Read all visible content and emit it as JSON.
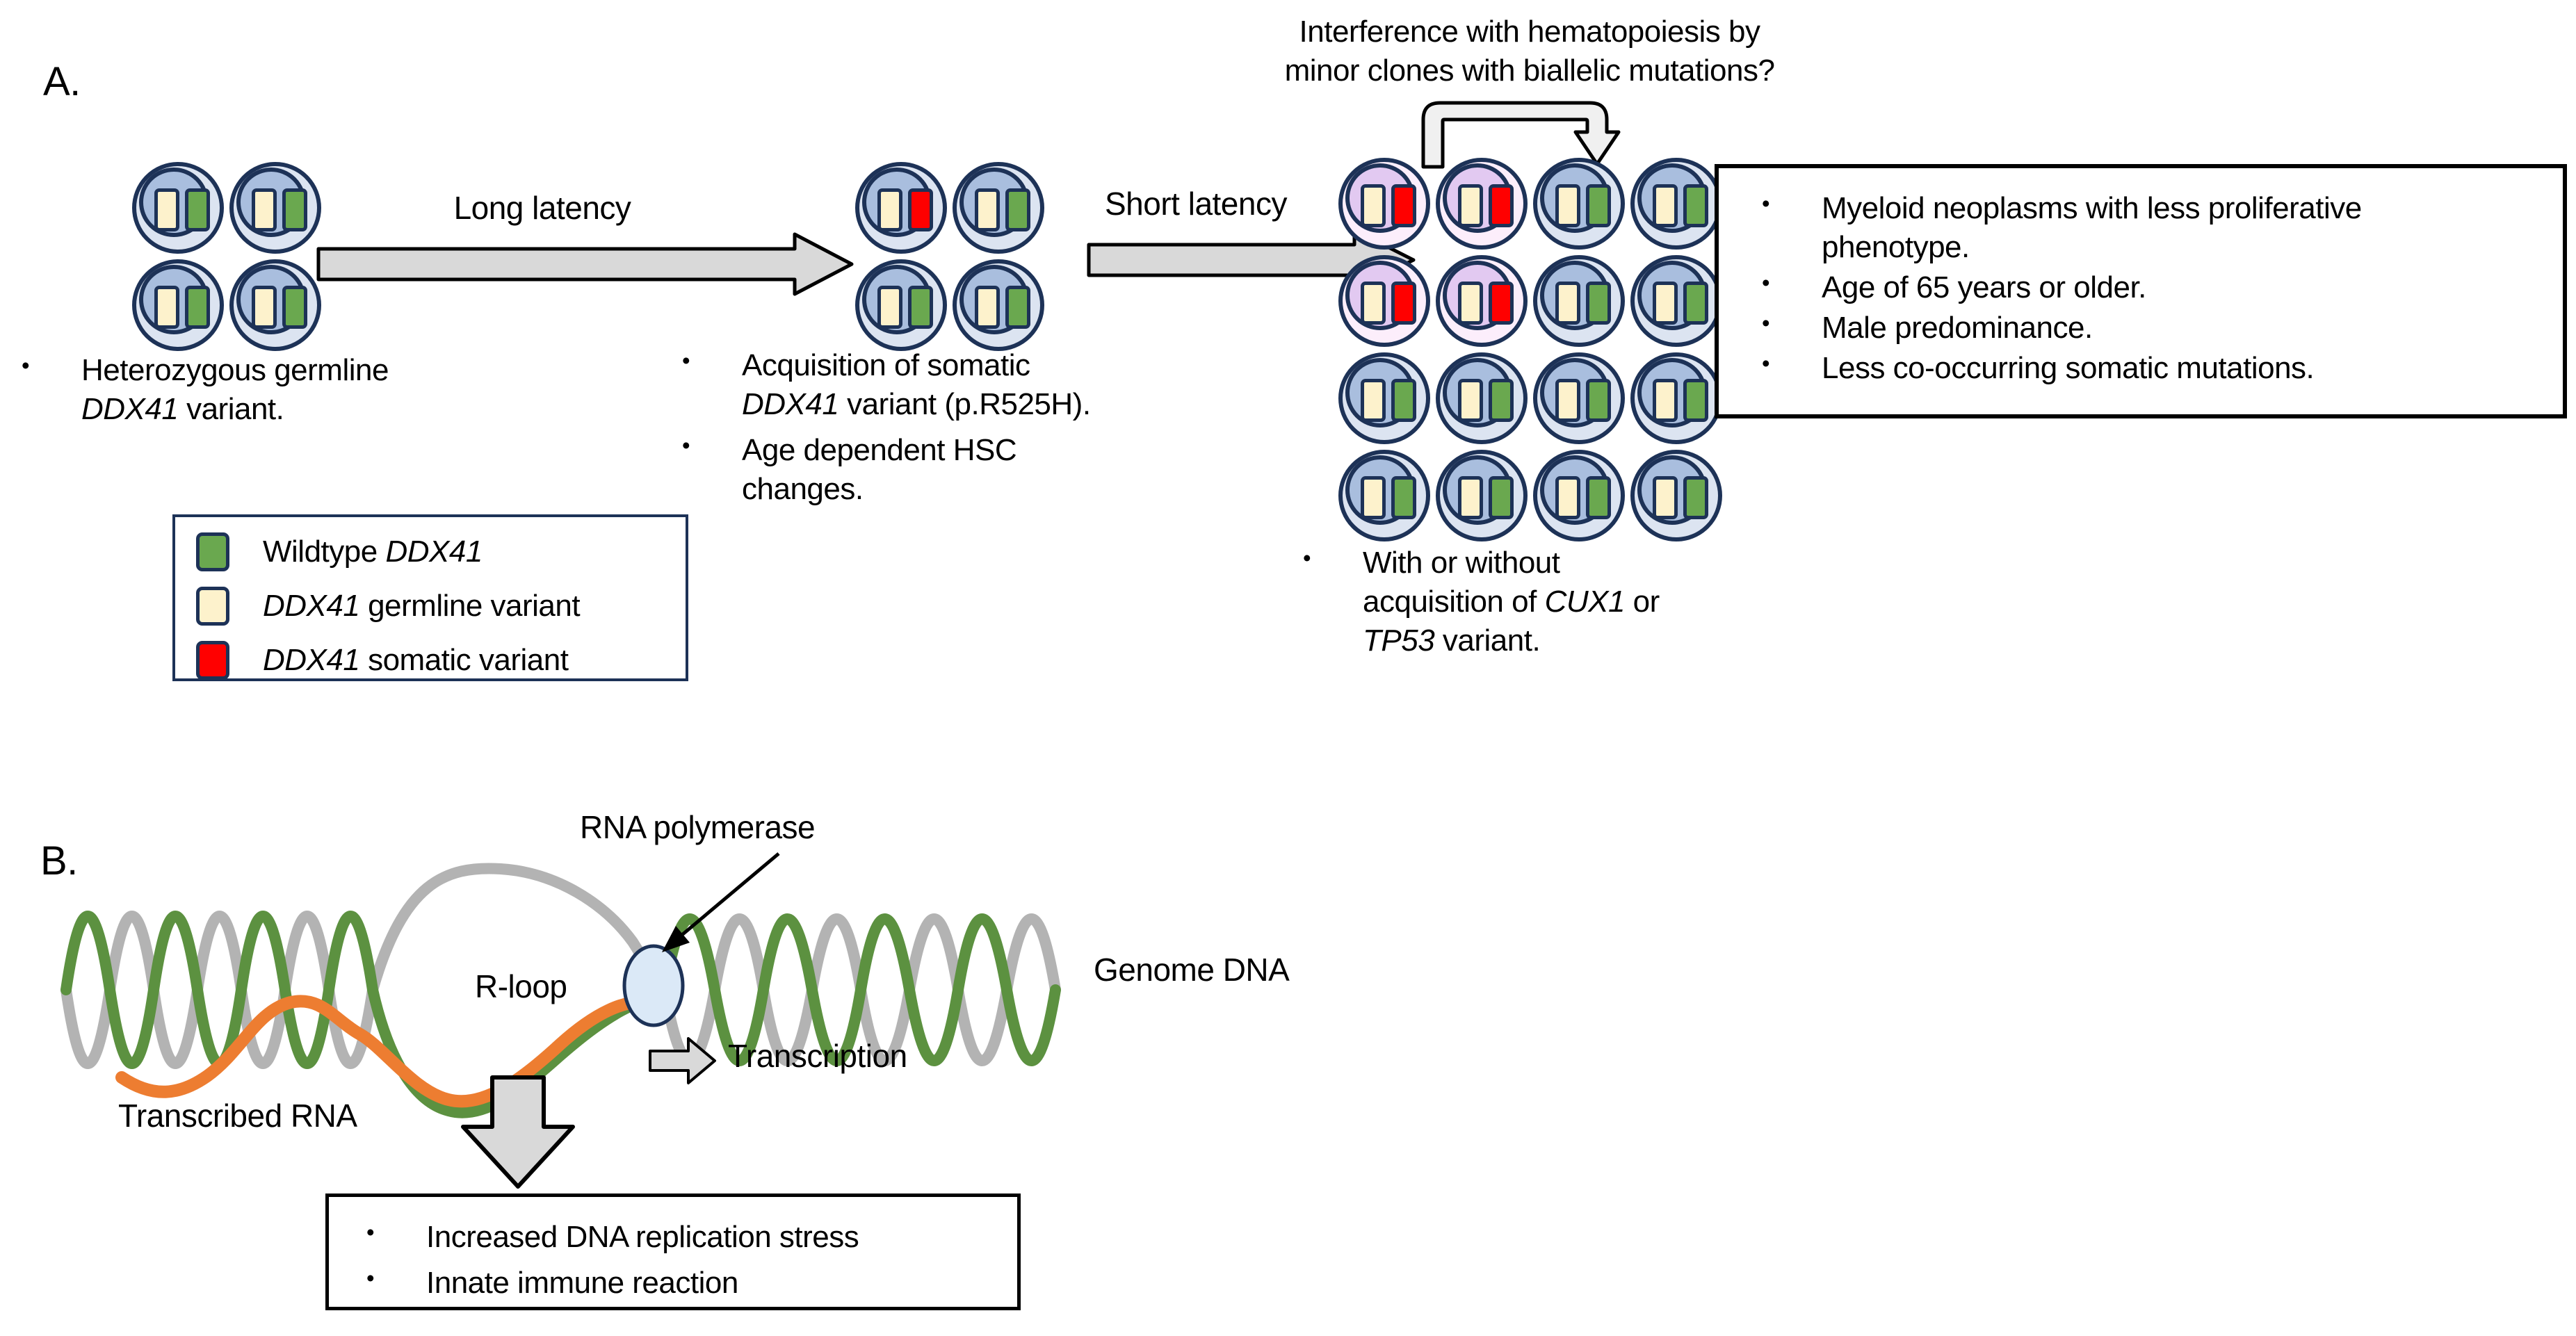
{
  "colors": {
    "ink": "#000000",
    "navy": "#1d3257",
    "blueOuter": "#dce4f1",
    "blueInner": "#a9bede",
    "pinkOuter": "#fceefb",
    "pinkInner": "#e2c9f1",
    "cream": "#fdf2cc",
    "green": "#6aa84f",
    "red": "#ff0000",
    "arrowGray": "#d9d9d9",
    "bracketGray": "#f0f0f0",
    "strandGray": "#b3b3b3",
    "strandGreen": "#5c9140",
    "rnaOrange": "#ed7d31",
    "polymeraseFill": "#dbe9f7"
  },
  "cells": {
    "bgw": {
      "outer": "blueOuter",
      "inner": "blueInner",
      "alleles": [
        "cream",
        "green"
      ]
    },
    "bgs": {
      "outer": "blueOuter",
      "inner": "blueInner",
      "alleles": [
        "cream",
        "red"
      ]
    },
    "pgs": {
      "outer": "pinkOuter",
      "inner": "pinkInner",
      "alleles": [
        "cream",
        "red"
      ]
    }
  },
  "panelA": {
    "label": "A.",
    "top_annotation_items": [
      {
        "segments": [
          {
            "t": "Interference with hematopoiesis by"
          },
          {
            "br": true
          },
          {
            "t": "minor clones with biallelic mutations?"
          }
        ]
      }
    ],
    "long_latency_label": "Long latency",
    "short_latency_label": "Short latency",
    "cluster1": {
      "rows": [
        [
          "bgw",
          "bgw"
        ],
        [
          "bgw",
          "bgw"
        ]
      ]
    },
    "cluster2": {
      "rows": [
        [
          "bgs",
          "bgw"
        ],
        [
          "bgw",
          "bgw"
        ]
      ]
    },
    "grid": {
      "rows": [
        [
          "pgs",
          "pgs",
          "bgw",
          "bgw"
        ],
        [
          "pgs",
          "pgs",
          "bgw",
          "bgw"
        ],
        [
          "bgw",
          "bgw",
          "bgw",
          "bgw"
        ],
        [
          "bgw",
          "bgw",
          "bgw",
          "bgw"
        ]
      ]
    },
    "left_bullets": [
      {
        "segments": [
          {
            "t": "Heterozygous germline"
          },
          {
            "br": true
          },
          {
            "t": "DDX41",
            "italic": true
          },
          {
            "t": " variant."
          }
        ]
      }
    ],
    "mid_bullets": [
      {
        "segments": [
          {
            "t": "Acquisition of somatic"
          },
          {
            "br": true
          },
          {
            "t": "DDX41",
            "italic": true
          },
          {
            "t": " variant (p.R525H)."
          }
        ]
      },
      {
        "segments": [
          {
            "t": "Age dependent HSC"
          },
          {
            "br": true
          },
          {
            "t": "changes."
          }
        ]
      }
    ],
    "grid_bullets": [
      {
        "segments": [
          {
            "t": "With or without"
          },
          {
            "br": true
          },
          {
            "t": "acquisition of "
          },
          {
            "t": "CUX1",
            "italic": true
          },
          {
            "t": " or"
          },
          {
            "br": true
          },
          {
            "t": "TP53",
            "italic": true
          },
          {
            "t": " variant."
          }
        ]
      }
    ],
    "outcome_box_bullets": [
      {
        "segments": [
          {
            "t": "Myeloid neoplasms with less proliferative"
          },
          {
            "br": true
          },
          {
            "t": "phenotype."
          }
        ]
      },
      "Age of 65 years or older.",
      "Male predominance.",
      "Less co-occurring somatic mutations."
    ],
    "legend": {
      "items": [
        {
          "swatch": "green",
          "segments": [
            {
              "t": "Wildtype "
            },
            {
              "t": "DDX41",
              "italic": true
            }
          ]
        },
        {
          "swatch": "cream",
          "segments": [
            {
              "t": "DDX41",
              "italic": true
            },
            {
              "t": " germline variant"
            }
          ]
        },
        {
          "swatch": "red",
          "segments": [
            {
              "t": "DDX41",
              "italic": true
            },
            {
              "t": " somatic variant"
            }
          ]
        }
      ]
    }
  },
  "panelB": {
    "label": "B.",
    "rna_polymerase_label": "RNA polymerase",
    "r_loop_label": "R-loop",
    "genome_dna_label": "Genome DNA",
    "transcription_label": "Transcription",
    "transcribed_rna_label": "Transcribed RNA",
    "effects_box_bullets": [
      "Increased DNA replication stress",
      "Innate immune reaction"
    ]
  }
}
